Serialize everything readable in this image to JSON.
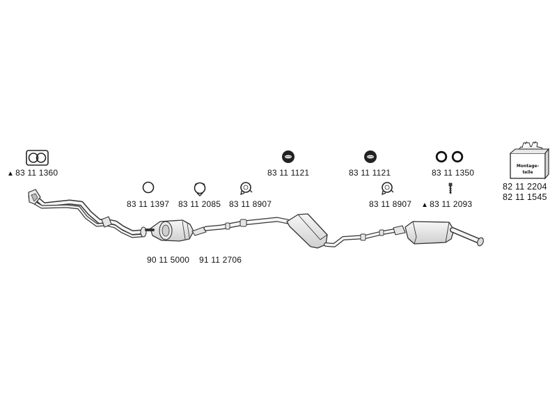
{
  "parts": {
    "p1": {
      "number": "83 11 1360",
      "marker": "▲"
    },
    "p2": {
      "number": "83 11 1397"
    },
    "p3": {
      "number": "83 11 2085"
    },
    "p4": {
      "number": "83 11 8907"
    },
    "p5": {
      "number": "83 11 1121"
    },
    "p6": {
      "number": "83 11 1121"
    },
    "p7": {
      "number": "83 11 8907"
    },
    "p8": {
      "number": "83 11 2093",
      "marker": "▲"
    },
    "p9": {
      "number": "83 11 1350"
    },
    "p10": {
      "number": "82 11 2204"
    },
    "p11": {
      "number": "82 11 1545"
    },
    "p12": {
      "number": "90 11 5000"
    },
    "p13": {
      "number": "91 11 2706"
    }
  },
  "mounting_kit": {
    "line1": "Montage-",
    "line2": "teile"
  },
  "colors": {
    "stroke": "#333333",
    "fill_light": "#f2f2f2",
    "fill_mid": "#d9d9d9",
    "text": "#111111"
  }
}
